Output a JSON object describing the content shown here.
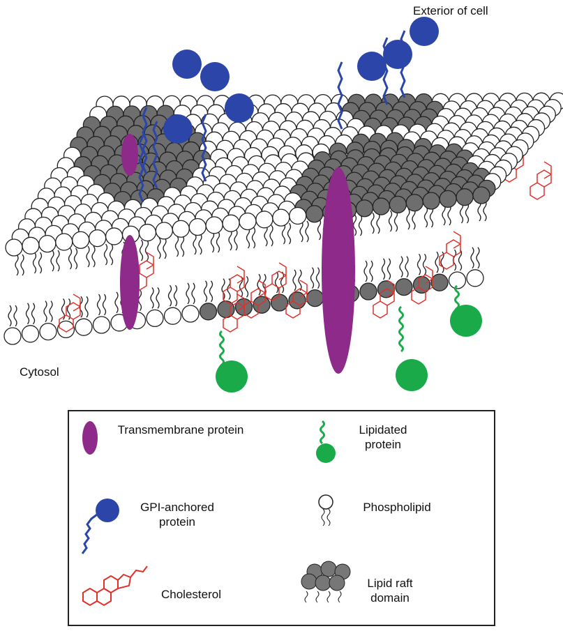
{
  "labels": {
    "exterior": "Exterior of cell",
    "cytosol": "Cytosol"
  },
  "legend": {
    "transmembrane": "Transmembrane protein",
    "lipidated": "Lipidated protein",
    "gpi": "GPI-anchored protein",
    "phospholipid": "Phospholipid",
    "cholesterol": "Cholesterol",
    "raft": "Lipid raft domain"
  },
  "colors": {
    "transmembrane": "#8e2a8a",
    "gpi": "#2b45a8",
    "lipidated": "#1aaa4a",
    "cholesterol": "#e0302a",
    "raft": "#6e6e6e",
    "phospholipid": "#ffffff"
  }
}
